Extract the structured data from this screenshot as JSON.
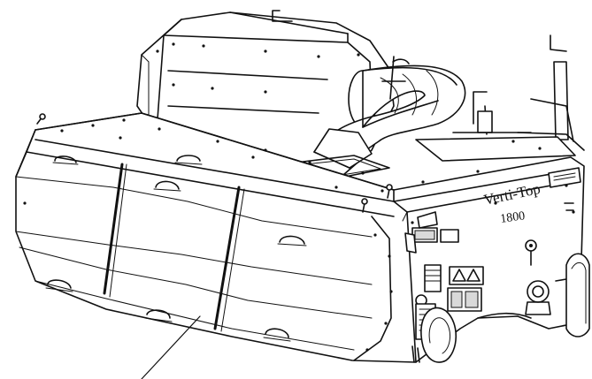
{
  "machine": {
    "brand_name": "Verti-Top",
    "model_number": "1800"
  },
  "icons": {
    "leader_line": "callout-leader-line",
    "handle": "grab-handle-icon",
    "warning_decal": "warning-triangle-icon",
    "gauge": "round-gauge-icon"
  },
  "colors": {
    "line": "#111111",
    "background": "#ffffff"
  }
}
